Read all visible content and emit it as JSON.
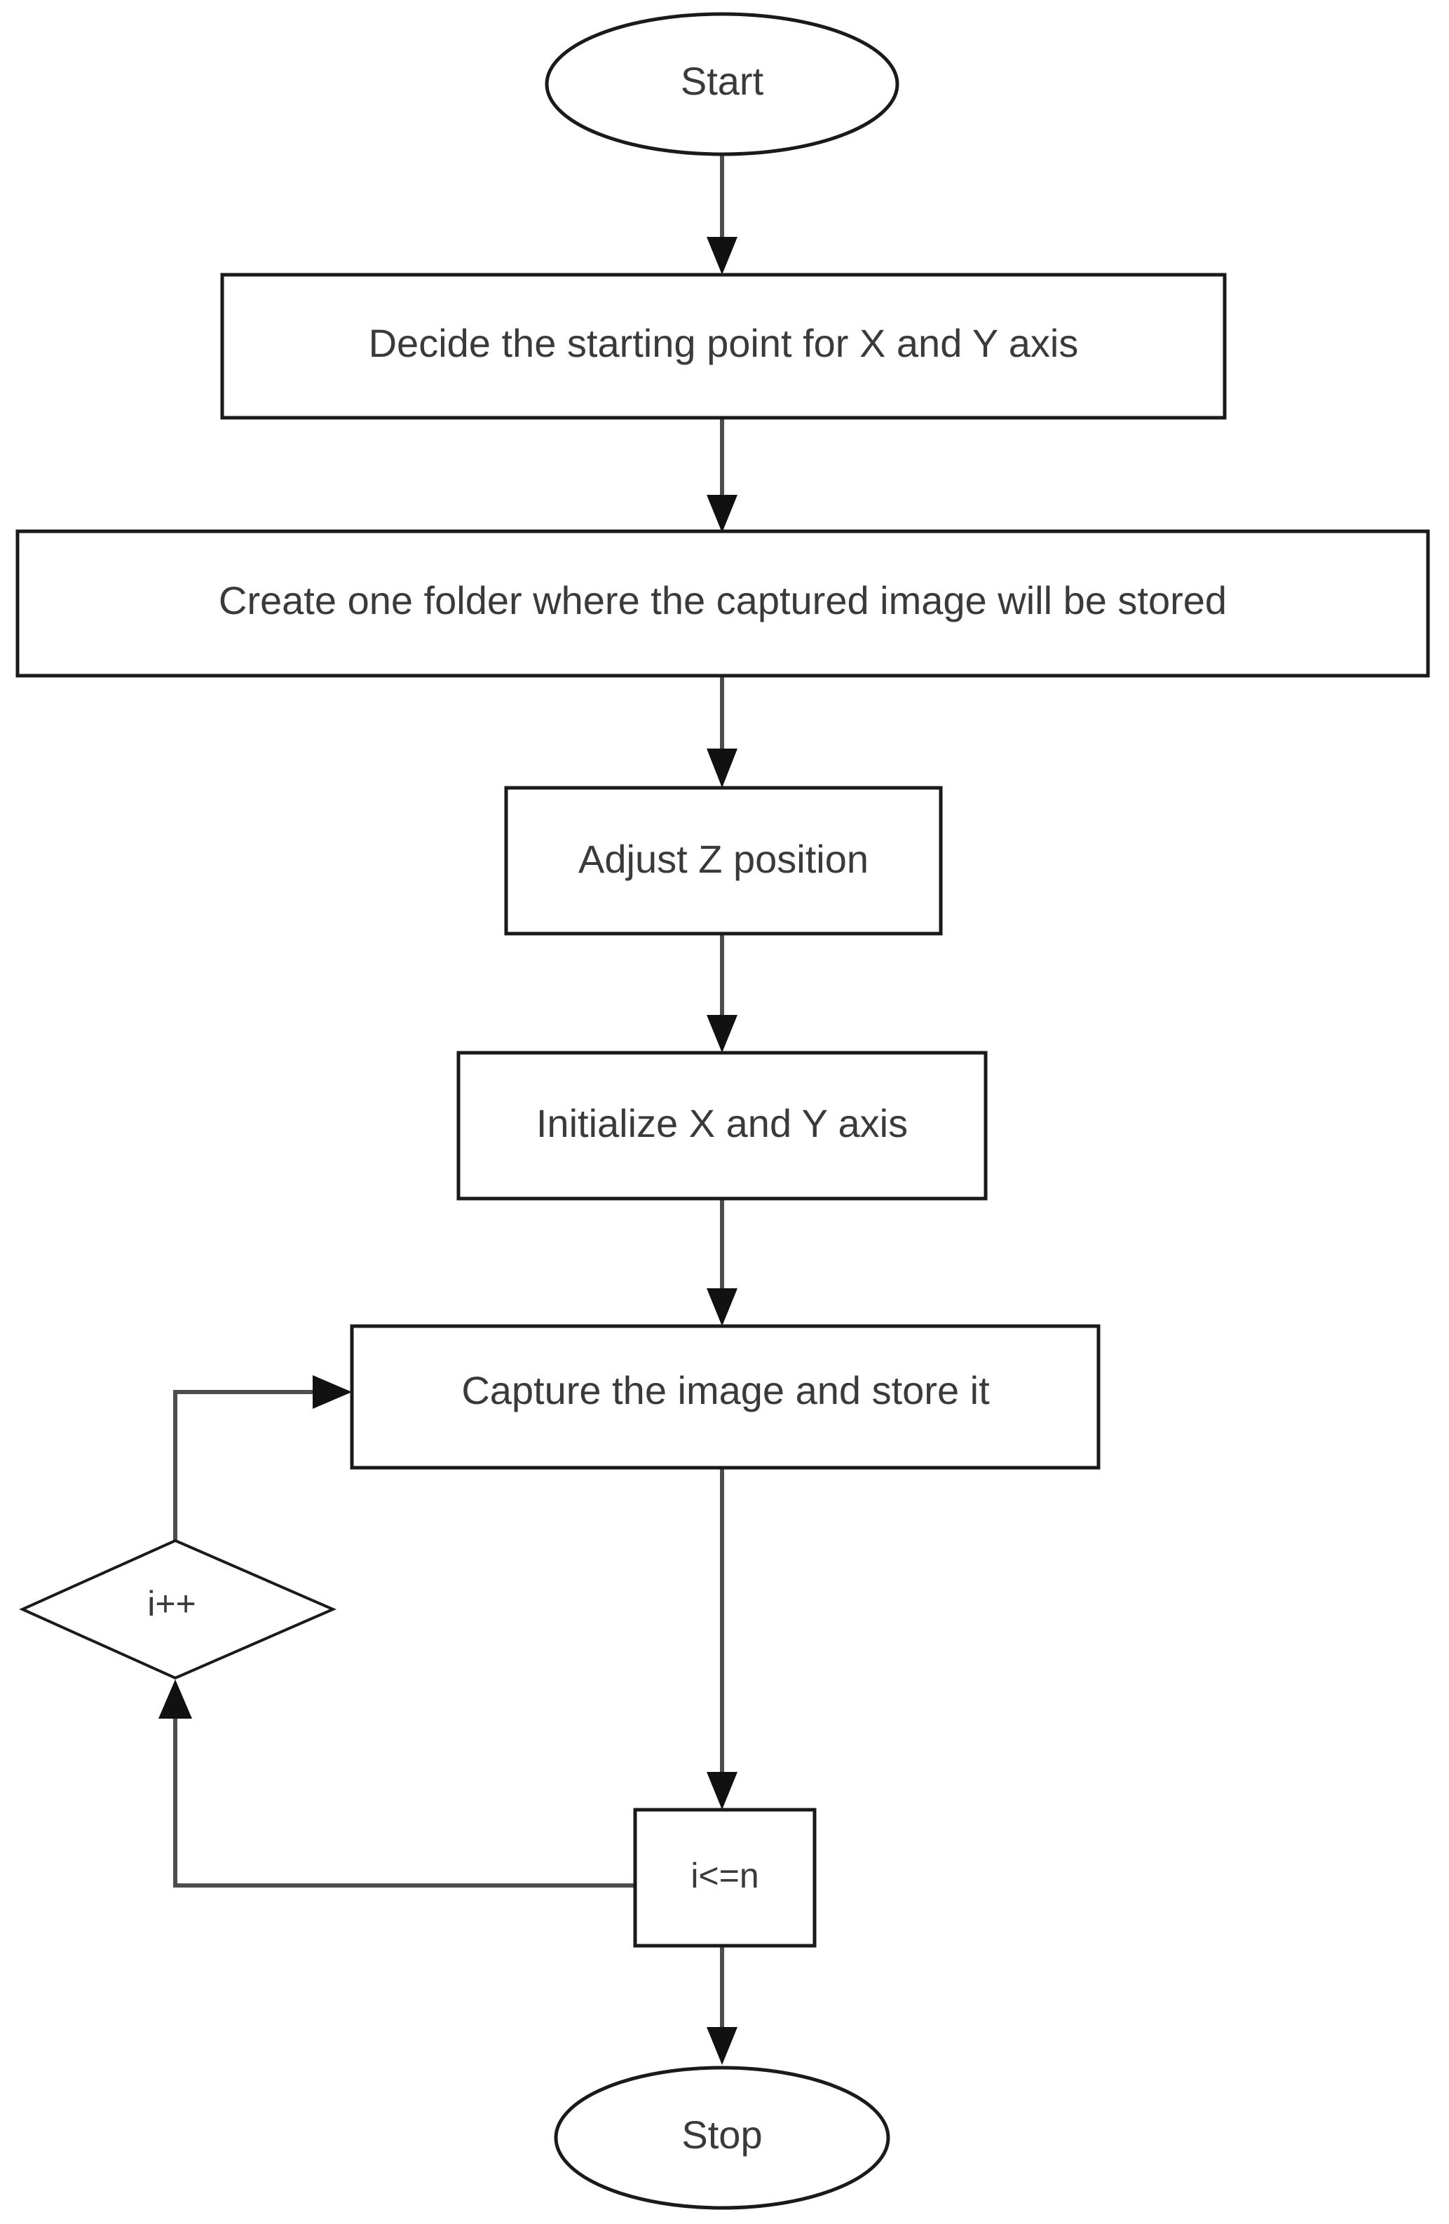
{
  "diagram": {
    "type": "flowchart",
    "title": "Image capture automation flowchart",
    "orientation": "top-to-bottom",
    "background_color": "#ffffff",
    "line_color": "#4d4d4d",
    "shape_stroke_color": "#1a1a1a",
    "text_color": "#3a3a3a",
    "nodes": [
      {
        "id": "start",
        "shape": "ellipse",
        "label": "Start"
      },
      {
        "id": "decide-start-point",
        "shape": "rectangle",
        "label": "Decide the starting point for X and Y axis"
      },
      {
        "id": "create-folder",
        "shape": "rectangle",
        "label": "Create one folder where the captured image will be stored"
      },
      {
        "id": "adjust-z",
        "shape": "rectangle",
        "label": "Adjust Z position"
      },
      {
        "id": "initialize-xy",
        "shape": "rectangle",
        "label": "Initialize X and Y axis"
      },
      {
        "id": "capture-image",
        "shape": "rectangle",
        "label": "Capture the image and store it"
      },
      {
        "id": "increment",
        "shape": "diamond",
        "label": "i++"
      },
      {
        "id": "condition",
        "shape": "rectangle",
        "label": "i<=n"
      },
      {
        "id": "stop",
        "shape": "ellipse",
        "label": "Stop"
      }
    ],
    "edges": [
      {
        "from": "start",
        "to": "decide-start-point",
        "label": ""
      },
      {
        "from": "decide-start-point",
        "to": "create-folder",
        "label": ""
      },
      {
        "from": "create-folder",
        "to": "adjust-z",
        "label": ""
      },
      {
        "from": "adjust-z",
        "to": "initialize-xy",
        "label": ""
      },
      {
        "from": "initialize-xy",
        "to": "capture-image",
        "label": ""
      },
      {
        "from": "capture-image",
        "to": "condition",
        "label": ""
      },
      {
        "from": "condition",
        "to": "increment",
        "label": ""
      },
      {
        "from": "increment",
        "to": "capture-image",
        "label": ""
      },
      {
        "from": "condition",
        "to": "stop",
        "label": ""
      }
    ]
  }
}
